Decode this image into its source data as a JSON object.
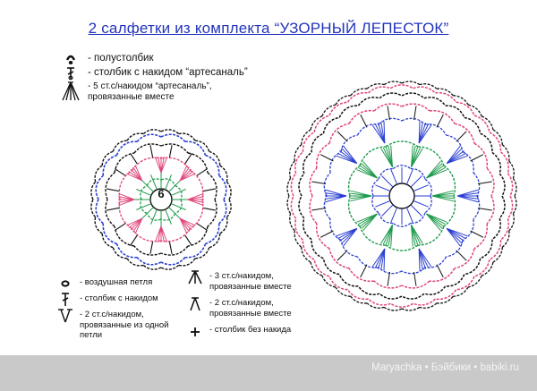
{
  "title": "2 салфетки из комплекта “УЗОРНЫЙ ЛЕПЕСТОК”",
  "legend_top": [
    {
      "icon": "slip-stitch-icon",
      "text": "- полустолбик"
    },
    {
      "icon": "double-crochet-artisanal-icon",
      "text": "- столбик с накидом “артесаналь”"
    },
    {
      "icon": "five-dc-cluster-icon",
      "text": "- 5 ст.с/накидом “артесаналь”, провязанные вместе"
    }
  ],
  "legend_bottom_left": [
    {
      "icon": "chain-stitch-icon",
      "text": "- воздушная петля"
    },
    {
      "icon": "double-crochet-icon",
      "text": "- столбик с накидом"
    },
    {
      "icon": "two-dc-one-loop-icon",
      "text": "- 2 ст.с/накидом, провязанные из одной петли"
    }
  ],
  "legend_bottom_right": [
    {
      "icon": "three-dc-together-icon",
      "text": "- 3 ст.с/накидом, провязанные вместе"
    },
    {
      "icon": "two-dc-together-icon",
      "text": "- 2 ст.с/накидом, провязанные вместе"
    },
    {
      "icon": "single-crochet-icon",
      "text": "- столбик без накида"
    }
  ],
  "small_diagram": {
    "center_label": "6"
  },
  "footer": {
    "credit": "Maryachka • Бэйбики • babiki.ru"
  },
  "colors": {
    "title": "#2233bb",
    "blue": "#2a3fd0",
    "pink": "#e0457a",
    "green": "#1c9a4a",
    "black": "#111111"
  }
}
